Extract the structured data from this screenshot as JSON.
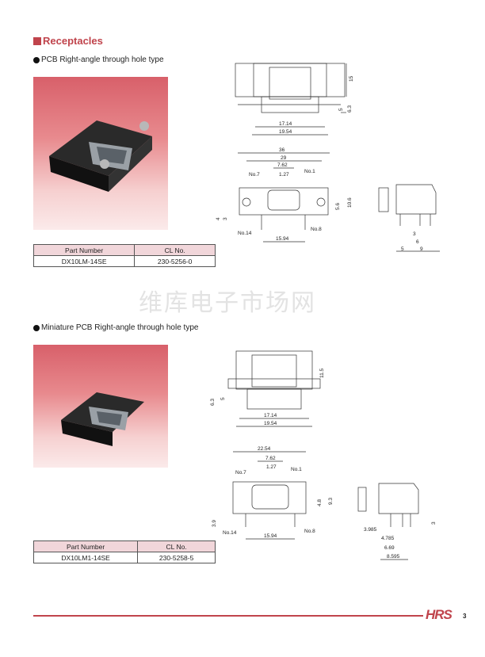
{
  "section_title": "Receptacles",
  "watermark": "维库电子市场网",
  "products": [
    {
      "type_label": "PCB Right-angle through hole type",
      "table": {
        "headers": [
          "Part Number",
          "CL  No."
        ],
        "part_number": "DX10LM-14SE",
        "cl_no": "230-5256-0"
      },
      "dims_top": {
        "height": "15",
        "a": "5",
        "b": "6.3",
        "w1": "17.14",
        "w2": "19.54"
      },
      "dims_front": {
        "w36": "36",
        "w29": "29",
        "p762": "7.62",
        "p127": "1.27",
        "no7": "No.7",
        "no1": "No.1",
        "h106": "10.6",
        "h56": "5.6",
        "h4": "4",
        "h3": "3",
        "no14": "No.14",
        "no8": "No.8",
        "w1594": "15.94"
      },
      "dims_side": {
        "d3": "3",
        "d6": "6",
        "d5": "5",
        "d9": "9"
      }
    },
    {
      "type_label": "Miniature PCB Right-angle through hole type",
      "table": {
        "headers": [
          "Part Number",
          "CL  No."
        ],
        "part_number": "DX10LM1-14SE",
        "cl_no": "230-5258-5"
      },
      "dims_top": {
        "height": "11.5",
        "a": "6.3",
        "b": "5",
        "w1": "17.14",
        "w2": "19.54"
      },
      "dims_front": {
        "w2254": "22.54",
        "p762": "7.62",
        "p127": "1.27",
        "no7": "No.7",
        "no1": "No.1",
        "h93": "9.3",
        "h48": "4.8",
        "h39": "3.9",
        "no14": "No.14",
        "no8": "No.8",
        "w1594": "15.94"
      },
      "dims_side": {
        "d3": "3",
        "d3985": "3.985",
        "d4785": "4.785",
        "d669": "6.69",
        "d8595": "8.595"
      }
    }
  ],
  "footer": {
    "logo": "HRS",
    "page": "3"
  },
  "colors": {
    "accent": "#c0444c",
    "table_header": "#f1d6da"
  }
}
